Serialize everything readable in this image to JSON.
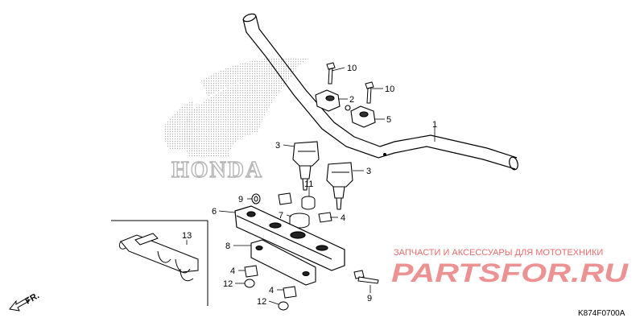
{
  "brand_watermark": "HONDA",
  "callouts": {
    "c1": "1",
    "c2": "2",
    "c3a": "3",
    "c3b": "3",
    "c4a": "4",
    "c4b": "4",
    "c4c": "4",
    "c5": "5",
    "c6": "6",
    "c7": "7",
    "c8": "8",
    "c9a": "9",
    "c9b": "9",
    "c10a": "10",
    "c10b": "10",
    "c11": "11",
    "c12a": "12",
    "c12b": "12",
    "c13": "13"
  },
  "front_indicator": "FR.",
  "shop_caption": "ЗАПЧАСТИ И АКСЕССУАРЫ ДЛЯ МОТОТЕХНИКИ",
  "shop_logo": "PARTSFOR.RU",
  "diagram_code": "K874F0700A",
  "colors": {
    "ink": "#000000",
    "shop_red": "#e03a3a",
    "watermark": "#bdbdbd"
  }
}
